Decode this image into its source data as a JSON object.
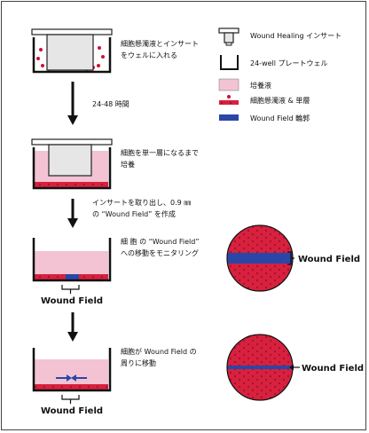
{
  "legend": {
    "insert": "Wound Healing インサート",
    "plate": "24-well プレートウェル",
    "medium": "培養液",
    "cells": "細胞懸濁液 & 単層",
    "wound": "Wound Field 輪郭"
  },
  "steps": {
    "s1_line1": "細胞懸濁液とインサート",
    "s1_line2": "をウェルに入れる",
    "time": "24-48 時間",
    "s2_line1": "細胞を単一層になるまで",
    "s2_line2": "培養",
    "s3_line1": "インサートを取り出し、0.9 ㎜",
    "s3_line2": "の “Wound Field” を作成",
    "s4_line1": "細 胞 の “Wound Field”",
    "s4_line2": "への移動をモニタリング",
    "s5_line1": "細胞が Wound Field の",
    "s5_line2": "周りに移動"
  },
  "labels": {
    "wound_field": "Wound Field"
  },
  "colors": {
    "medium": "#f4c3d3",
    "cells": "#cc1133",
    "wound": "#2a47a8",
    "arrow": "#111111"
  }
}
